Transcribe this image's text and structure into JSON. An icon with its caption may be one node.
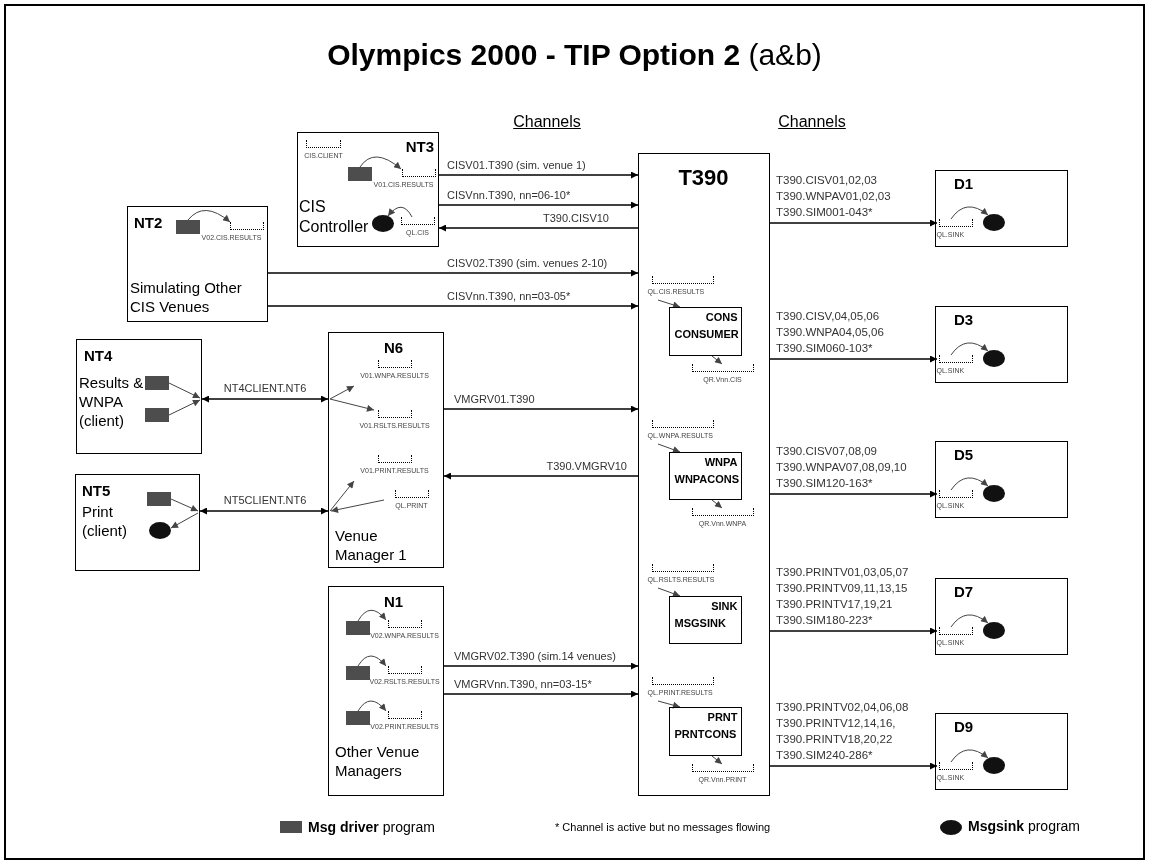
{
  "diagram": {
    "title": "**Olympics 2000 - TIP Option 2** (a&b)",
    "nodes": [
      {
        "text": [
          "NT3",
          "CIS Controller"
        ]
      },
      {
        "text": [
          "CIS.CLIENT"
        ],
        "in": 0
      },
      {
        "text": [],
        "shape": "box",
        "in": 0
      },
      {
        "text": [
          "V01.CIS.RESULTS"
        ],
        "in": 0
      },
      {
        "text": [],
        "shape": "circle",
        "in": 0
      },
      {
        "text": [
          "QL.CIS"
        ],
        "in": 0
      },
      {
        "text": [
          "NT2",
          "Simulating Other CIS Venues"
        ]
      },
      {
        "text": [],
        "shape": "box",
        "in": 6
      },
      {
        "text": [
          "V02.CIS.RESULTS"
        ],
        "in": 6
      },
      {
        "text": [
          "NT4",
          "Results & WNPA (client)"
        ]
      },
      {
        "text": [],
        "shape": "box",
        "in": 9
      },
      {
        "text": [],
        "shape": "box",
        "in": 9
      },
      {
        "text": [
          "NT5",
          "Print (client)"
        ]
      },
      {
        "text": [],
        "shape": "box",
        "in": 12
      },
      {
        "text": [],
        "shape": "circle",
        "in": 12
      },
      {
        "text": [
          "N6",
          "Venue Manager 1"
        ]
      },
      {
        "text": [
          "V01.WNPA.RESULTS"
        ],
        "in": 15
      },
      {
        "text": [
          "V01.RSLTS.RESULTS"
        ],
        "in": 15
      },
      {
        "text": [
          "V01.PRINT.RESULTS"
        ],
        "in": 15
      },
      {
        "text": [
          "QL.PRINT"
        ],
        "in": 15
      },
      {
        "text": [
          "N1",
          "Other Venue Managers"
        ]
      },
      {
        "text": [],
        "shape": "box",
        "in": 20
      },
      {
        "text": [
          "V02.WNPA.RESULTS"
        ],
        "in": 20
      },
      {
        "text": [],
        "shape": "box",
        "in": 20
      },
      {
        "text": [
          "V02.RSLTS.RESULTS"
        ],
        "in": 20
      },
      {
        "text": [],
        "shape": "box",
        "in": 20
      },
      {
        "text": [
          "V02.PRINT.RESULTS"
        ],
        "in": 20
      },
      {
        "text": [
          "T390"
        ]
      },
      {
        "text": [
          "QL.CIS.RESULTS"
        ],
        "in": 27
      },
      {
        "text": [
          "CONS",
          "CONSUMER"
        ],
        "in": 27
      },
      {
        "text": [
          "QR.Vnn.CIS"
        ],
        "in": 27
      },
      {
        "text": [
          "QL.WNPA.RESULTS"
        ],
        "in": 27
      },
      {
        "text": [
          "WNPA",
          "WNPACONS"
        ],
        "in": 27
      },
      {
        "text": [
          "QR.Vnn.WNPA"
        ],
        "in": 27
      },
      {
        "text": [
          "QL.RSLTS.RESULTS"
        ],
        "in": 27
      },
      {
        "text": [
          "SINK",
          "MSGSINK"
        ],
        "in": 27
      },
      {
        "text": [
          "QL.PRINT.RESULTS"
        ],
        "in": 27
      },
      {
        "text": [
          "PRNT",
          "PRNTCONS"
        ],
        "in": 27
      },
      {
        "text": [
          "QR.Vnn.PRINT"
        ],
        "in": 27
      },
      {
        "text": [
          "D1"
        ]
      },
      {
        "text": [
          "QL.SINK"
        ],
        "in": 39
      },
      {
        "text": [],
        "shape": "circle",
        "in": 39
      },
      {
        "text": [
          "D3"
        ]
      },
      {
        "text": [
          "QL.SINK"
        ],
        "in": 42
      },
      {
        "text": [],
        "shape": "circle",
        "in": 42
      },
      {
        "text": [
          "D5"
        ]
      },
      {
        "text": [
          "QL.SINK"
        ],
        "in": 45
      },
      {
        "text": [],
        "shape": "circle",
        "in": 45
      },
      {
        "text": [
          "D7"
        ]
      },
      {
        "text": [
          "QL.SINK"
        ],
        "in": 48
      },
      {
        "text": [],
        "shape": "circle",
        "in": 48
      },
      {
        "text": [
          "D9"
        ]
      },
      {
        "text": [
          "QL.SINK"
        ],
        "in": 51
      },
      {
        "text": [],
        "shape": "circle",
        "in": 51
      }
    ],
    "edges": [
      {
        "from": 0,
        "to": 27,
        "arrow": "to",
        "label": "CISV01.T390 (sim. venue 1)"
      },
      {
        "from": 0,
        "to": 27,
        "arrow": "to",
        "label": "CISVnn.T390, nn=06-10*"
      },
      {
        "from": 27,
        "to": 0,
        "arrow": "to",
        "label": "T390.CISV10"
      },
      {
        "from": 6,
        "to": 27,
        "arrow": "to",
        "label": "CISV02.T390 (sim. venues 2-10)"
      },
      {
        "from": 6,
        "to": 27,
        "arrow": "to",
        "label": "CISVnn.T390, nn=03-05*"
      },
      {
        "from": 9,
        "to": 15,
        "arrow": "both",
        "label": "NT4CLIENT.NT6"
      },
      {
        "from": 15,
        "to": 27,
        "arrow": "to",
        "label": "VMGRV01.T390"
      },
      {
        "from": 27,
        "to": 15,
        "arrow": "to",
        "label": "T390.VMGRV10"
      },
      {
        "from": 12,
        "to": 15,
        "arrow": "both",
        "label": "NT5CLIENT.NT6"
      },
      {
        "from": 20,
        "to": 27,
        "arrow": "to",
        "label": "VMGRV02.T390 (sim.14 venues)"
      },
      {
        "from": 20,
        "to": 27,
        "arrow": "to",
        "label": "VMGRVnn.T390, nn=03-15*"
      },
      {
        "from": 27,
        "to": 40,
        "arrow": "to",
        "label": "T390.CISV01,02,03 T390.WNPAV01,02,03 T390.SIM001-043*"
      },
      {
        "from": 27,
        "to": 43,
        "arrow": "to",
        "label": "T390.CISV,04,05,06 T390.WNPA04,05,06 T390.SIM060-103*"
      },
      {
        "from": 27,
        "to": 46,
        "arrow": "to",
        "label": "T390.CISV07,08,09 T390.WNPAV07,08,09,10 T390.SIM120-163*"
      },
      {
        "from": 27,
        "to": 49,
        "arrow": "to",
        "label": "T390.PRINTV01,03,05,07 T390.PRINTV09,11,13,15 T390.PRINTV17,19,21 T390.SIM180-223*"
      },
      {
        "from": 27,
        "to": 52,
        "arrow": "to",
        "label": "T390.PRINTV02,04,06,08 T390.PRINTV12,14,16, T390.PRINTV18,20,22 T390.SIM240-286*"
      },
      {
        "from": 2,
        "to": 3,
        "arrow": "to"
      },
      {
        "from": 5,
        "to": 4,
        "arrow": "to"
      },
      {
        "from": 7,
        "to": 8,
        "arrow": "to"
      },
      {
        "from": 10,
        "to": null,
        "arrow": "to"
      },
      {
        "from": 11,
        "to": null,
        "arrow": "to"
      },
      {
        "from": 13,
        "to": null,
        "arrow": "to"
      },
      {
        "from": null,
        "to": 14,
        "arrow": "to"
      },
      {
        "from": null,
        "to": 16,
        "arrow": "to"
      },
      {
        "from": null,
        "to": 17,
        "arrow": "to"
      },
      {
        "from": null,
        "to": 18,
        "arrow": "to"
      },
      {
        "from": 19,
        "to": null,
        "arrow": "to"
      },
      {
        "from": 21,
        "to": 22,
        "arrow": "to"
      },
      {
        "from": 23,
        "to": 24,
        "arrow": "to"
      },
      {
        "from": 25,
        "to": 26,
        "arrow": "to"
      },
      {
        "from": 28,
        "to": 29,
        "arrow": "to"
      },
      {
        "from": 29,
        "to": 30,
        "arrow": "to"
      },
      {
        "from": 31,
        "to": 32,
        "arrow": "to"
      },
      {
        "from": 32,
        "to": 33,
        "arrow": "to"
      },
      {
        "from": 34,
        "to": 35,
        "arrow": "to"
      },
      {
        "from": 36,
        "to": 37,
        "arrow": "to"
      },
      {
        "from": 37,
        "to": 38,
        "arrow": "to"
      },
      {
        "from": 40,
        "to": 41,
        "arrow": "to"
      },
      {
        "from": 43,
        "to": 44,
        "arrow": "to"
      },
      {
        "from": 46,
        "to": 47,
        "arrow": "to"
      },
      {
        "from": 49,
        "to": 50,
        "arrow": "to"
      },
      {
        "from": 52,
        "to": 53,
        "arrow": "to"
      }
    ],
    "labels": [
      "Channels",
      "Channels",
      "* Channel is active but no messages flowing"
    ],
    "legend": [
      {
        "text": "**Msg driver** program",
        "color": "#4d4d4d"
      },
      {
        "text": "**Msgsink** program"
      }
    ]
  }
}
